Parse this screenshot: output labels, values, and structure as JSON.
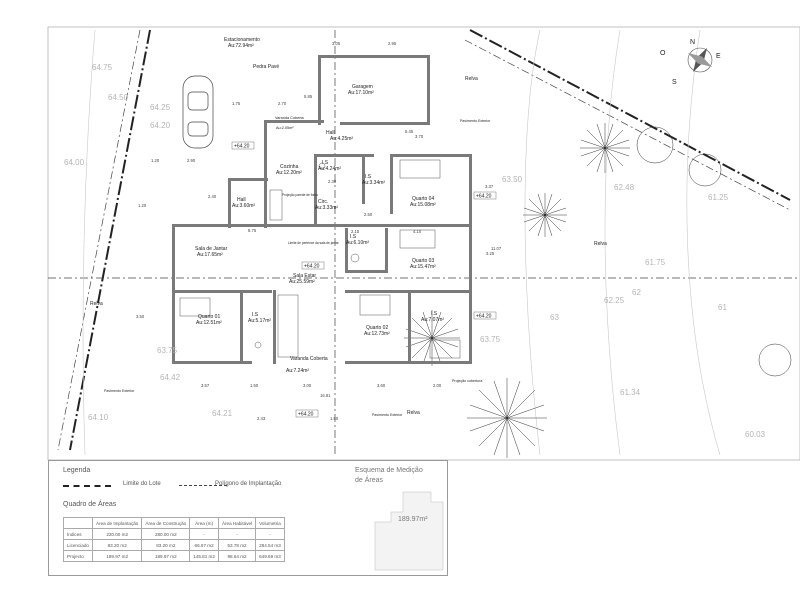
{
  "rooms": {
    "estacionamento": {
      "name": "Estacionamento",
      "area": "Au:72.94m²"
    },
    "pedra_pavé": "Pedra Pavé",
    "garagem": {
      "name": "Garagem",
      "area": "Au:17.10m²"
    },
    "varanda_top": {
      "name": "Varanda Coberta",
      "area": "Au:2.05m²"
    },
    "hall_top": {
      "name": "Hall",
      "area": "Au:4.25m²"
    },
    "cozinha": {
      "name": "Cozinha",
      "area": "Au:12.20m²"
    },
    "ls_a": {
      "name": "I.S",
      "area": "Au:4.24m²"
    },
    "ls_b": {
      "name": "I.S",
      "area": "Au:3.34m²"
    },
    "quarto04": {
      "name": "Quarto 04",
      "area": "Au:15.08m²"
    },
    "hall_left": {
      "name": "Hall",
      "area": "Au:3.60m²"
    },
    "circ": {
      "name": "Circ.",
      "area": "Au:3.33m²"
    },
    "ls_c": {
      "name": "I.S",
      "area": "Au:6.10m²"
    },
    "sala_jantar": {
      "name": "Sala de Jantar",
      "area": "Au:17.65m²"
    },
    "sala_estar": {
      "name": "Sala Estar",
      "area": "Au:25.59m²"
    },
    "quarto03": {
      "name": "Quarto 03",
      "area": "Au:15.47m²"
    },
    "quarto01": {
      "name": "Quarto 01",
      "area": "Au:12.51m²"
    },
    "ls_d": {
      "name": "I.S",
      "area": "Au:5.17m²"
    },
    "quarto02": {
      "name": "Quarto 02",
      "area": "Au:12.73m²"
    },
    "ls_e": {
      "name": "I.S",
      "area": "Au:7.07m²"
    },
    "varanda_bottom": {
      "name": "Varanda Coberta",
      "area": "Au:7.24m²"
    }
  },
  "site_labels": {
    "relva_top": "Relva",
    "relva_left": "Relva",
    "relva_right": "Relva",
    "relva_bottom": "Relva",
    "pavimento_top": "Pavimento Exterior",
    "pavimento_left": "Pavimento Exterior",
    "pavimento_bottom": "Pavimento Exterior",
    "passeio": "Projeção cobertura",
    "limite_jantar": "Limite de pertence da sala de jantar",
    "projecao_cozinha": "Projeção parede de forno"
  },
  "levels": {
    "lv1": "+64.20",
    "lv2": "+64.20",
    "lv3": "+64.20",
    "lv4": "+64.20",
    "lv5": "+64.20"
  },
  "dims": {
    "d1": "3.05",
    "d2": "2.95",
    "d3": "1.75",
    "d4": "2.70",
    "d5": "5.85",
    "d6": "3.70",
    "d7": "5.45",
    "d8": "2.90",
    "d9": "1.20",
    "d10": "2.40",
    "d11": "2.30",
    "d12": "1.20",
    "d13": "3.50",
    "d14": "3.57",
    "d15": "1.50",
    "d16": "3.00",
    "d17": "3.60",
    "d18": "2.00",
    "d19": "16.81",
    "d20": "2.43",
    "d21": "1.50",
    "d22": "4.10",
    "d23": "2.15",
    "d24": "3.25",
    "d25": "11.07",
    "d26": "8.75",
    "d27": "2.50",
    "d28": "3.37"
  },
  "contours": [
    "64.75",
    "64.50",
    "64.25",
    "64.00",
    "63.75",
    "64.20",
    "63.50",
    "62.48",
    "61.25",
    "61.75",
    "62.25",
    "61.34",
    "60.03",
    "64.10",
    "64.42",
    "64.21",
    "63",
    "62",
    "61",
    "63.75"
  ],
  "compass": {
    "n": "N",
    "e": "E",
    "o": "O",
    "s": "S"
  },
  "legend": {
    "title": "Legenda",
    "item1": "Limite do Lote",
    "item2": "Polígono de Implantação",
    "table_title": "Quadro de Áreas",
    "headers": [
      "",
      "Área de Implantação",
      "Área de Construção",
      "Área (m)",
      "Área Habitável",
      "Volumetria"
    ],
    "rows": [
      [
        "Índices",
        "220.00 m2",
        "280.00 m2",
        "-",
        "-",
        "-"
      ],
      [
        "Licenciado",
        "83.20 m2",
        "83.20 m2",
        "66.67 m2",
        "53.78 m2",
        "284.54 m3"
      ],
      [
        "Projecto",
        "189.97 m2",
        "189.97 m2",
        "145.81 m2",
        "98.64 m2",
        "649.69 m3"
      ]
    ]
  },
  "scheme": {
    "title_line1": "Esquema de Medição",
    "title_line2": "de  Áreas",
    "value": "189.97m²"
  }
}
